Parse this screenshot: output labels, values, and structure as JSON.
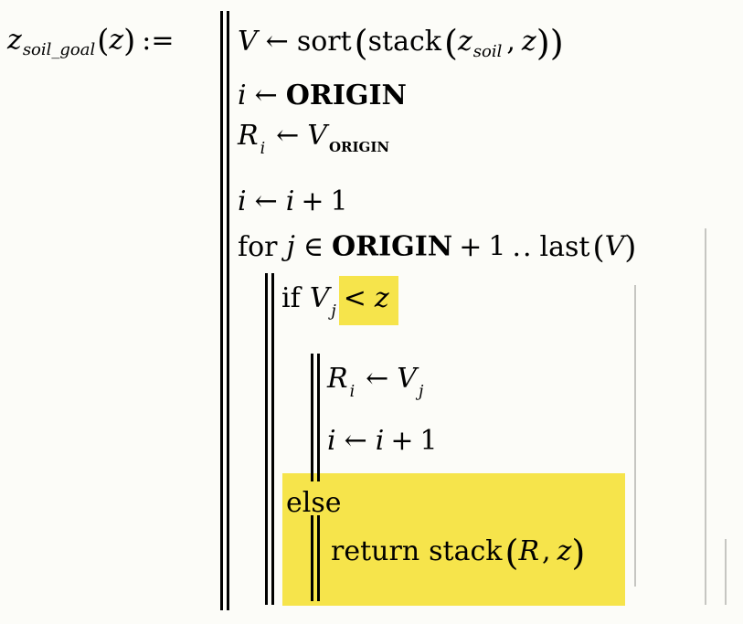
{
  "colors": {
    "background": "#fcfcf8",
    "text": "#000000",
    "bar": "#000000",
    "guide": "#c6c6c2",
    "highlight": "#f6e44b"
  },
  "definition": {
    "base": "z",
    "subscript": "soil_goal",
    "open_paren": "(",
    "arg": "z",
    "close_paren": ")",
    "assign": ":="
  },
  "program": {
    "line1": {
      "lhs": "V",
      "arrow": "←",
      "func_sort": "sort",
      "open1": "(",
      "func_stack": "stack",
      "open2": "(",
      "arg1_base": "z",
      "arg1_sub": "soil",
      "comma": ",",
      "arg2": "z",
      "close2": ")",
      "close1": ")"
    },
    "line2": {
      "lhs": "i",
      "arrow": "←",
      "rhs": "ORIGIN"
    },
    "line3": {
      "lhs_base": "R",
      "lhs_sub": "i",
      "arrow": "←",
      "rhs_base": "V",
      "rhs_sub": "ORIGIN"
    },
    "line4": {
      "lhs": "i",
      "arrow": "←",
      "rhs_var": "i",
      "plus": "+",
      "one": "1"
    },
    "line5": {
      "kw": "for",
      "var": "j",
      "element_of": "∈",
      "origin": "ORIGIN",
      "plus": "+",
      "one": "1",
      "range": "..",
      "func_last": "last",
      "open": "(",
      "arg": "V",
      "close": ")"
    },
    "line6": {
      "kw": "if",
      "var_base": "V",
      "var_sub": "j",
      "cmp": "<",
      "rhs": "z"
    },
    "line7": {
      "lhs_base": "R",
      "lhs_sub": "i",
      "arrow": "←",
      "rhs_base": "V",
      "rhs_sub": "j"
    },
    "line8": {
      "lhs": "i",
      "arrow": "←",
      "rhs_var": "i",
      "plus": "+",
      "one": "1"
    },
    "line9": {
      "kw": "else"
    },
    "line10": {
      "kw": "return",
      "func": "stack",
      "open": "(",
      "arg1": "R",
      "comma": ",",
      "arg2": "z",
      "close": ")"
    }
  }
}
